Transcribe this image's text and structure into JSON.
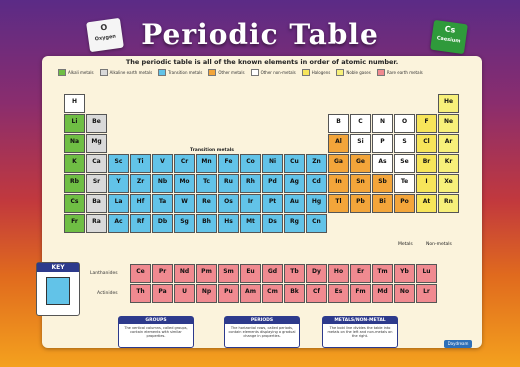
{
  "poster": {
    "title": "Periodic Table",
    "subtitle": "The periodic table is all of the known elements in order of atomic number.",
    "top_left_icon": {
      "sym": "O",
      "name": "Oxygen"
    },
    "top_right_icon": {
      "sym": "Cs",
      "name": "Caesium"
    },
    "transition_label": "Transition metals",
    "metals_label": "Metals",
    "nonmetals_label": "Non-metals",
    "lanthanides_label": "Lanthanides",
    "actinides_label": "Actinides",
    "key_title": "KEY",
    "logo_text": "Daydream"
  },
  "legend": [
    {
      "label": "Alkali metals",
      "color": "#6fbe44"
    },
    {
      "label": "Alkaline earth metals",
      "color": "#d9d9d9"
    },
    {
      "label": "Transition metals",
      "color": "#62c3e8"
    },
    {
      "label": "Other metals",
      "color": "#f3a53a"
    },
    {
      "label": "Other non-metals",
      "color": "#ffffff"
    },
    {
      "label": "Halogens",
      "color": "#f7e55a"
    },
    {
      "label": "Noble gases",
      "color": "#f7f07a"
    },
    {
      "label": "Rare earth metals",
      "color": "#f08a90"
    }
  ],
  "info_boxes": [
    {
      "title": "GROUPS",
      "text": "The vertical columns, called groups, contain elements with similar properties."
    },
    {
      "title": "PERIODS",
      "text": "The horizontal rows, called periods, contain elements displaying a gradual change in properties."
    },
    {
      "title": "METALS/NON-METAL",
      "text": "The bold line divides the table into metals on the left and non-metals on the right."
    }
  ],
  "colors": {
    "alkali": "#6fbe44",
    "alkaline": "#d9d9d9",
    "transition": "#62c3e8",
    "other_metal": "#f3a53a",
    "nonmetal": "#ffffff",
    "halogen": "#f7e55a",
    "noble": "#f7f07a",
    "rare": "#f08a90",
    "hydrogen": "#ffffff"
  },
  "elements": [
    {
      "sym": "H",
      "r": 1,
      "c": 1,
      "t": "hydrogen"
    },
    {
      "sym": "He",
      "r": 1,
      "c": 18,
      "t": "noble"
    },
    {
      "sym": "Li",
      "r": 2,
      "c": 1,
      "t": "alkali"
    },
    {
      "sym": "Be",
      "r": 2,
      "c": 2,
      "t": "alkaline"
    },
    {
      "sym": "B",
      "r": 2,
      "c": 13,
      "t": "nonmetal"
    },
    {
      "sym": "C",
      "r": 2,
      "c": 14,
      "t": "nonmetal"
    },
    {
      "sym": "N",
      "r": 2,
      "c": 15,
      "t": "nonmetal"
    },
    {
      "sym": "O",
      "r": 2,
      "c": 16,
      "t": "nonmetal"
    },
    {
      "sym": "F",
      "r": 2,
      "c": 17,
      "t": "halogen"
    },
    {
      "sym": "Ne",
      "r": 2,
      "c": 18,
      "t": "noble"
    },
    {
      "sym": "Na",
      "r": 3,
      "c": 1,
      "t": "alkali"
    },
    {
      "sym": "Mg",
      "r": 3,
      "c": 2,
      "t": "alkaline"
    },
    {
      "sym": "Al",
      "r": 3,
      "c": 13,
      "t": "other_metal"
    },
    {
      "sym": "Si",
      "r": 3,
      "c": 14,
      "t": "nonmetal"
    },
    {
      "sym": "P",
      "r": 3,
      "c": 15,
      "t": "nonmetal"
    },
    {
      "sym": "S",
      "r": 3,
      "c": 16,
      "t": "nonmetal"
    },
    {
      "sym": "Cl",
      "r": 3,
      "c": 17,
      "t": "halogen"
    },
    {
      "sym": "Ar",
      "r": 3,
      "c": 18,
      "t": "noble"
    },
    {
      "sym": "K",
      "r": 4,
      "c": 1,
      "t": "alkali"
    },
    {
      "sym": "Ca",
      "r": 4,
      "c": 2,
      "t": "alkaline"
    },
    {
      "sym": "Sc",
      "r": 4,
      "c": 3,
      "t": "transition"
    },
    {
      "sym": "Ti",
      "r": 4,
      "c": 4,
      "t": "transition"
    },
    {
      "sym": "V",
      "r": 4,
      "c": 5,
      "t": "transition"
    },
    {
      "sym": "Cr",
      "r": 4,
      "c": 6,
      "t": "transition"
    },
    {
      "sym": "Mn",
      "r": 4,
      "c": 7,
      "t": "transition"
    },
    {
      "sym": "Fe",
      "r": 4,
      "c": 8,
      "t": "transition"
    },
    {
      "sym": "Co",
      "r": 4,
      "c": 9,
      "t": "transition"
    },
    {
      "sym": "Ni",
      "r": 4,
      "c": 10,
      "t": "transition"
    },
    {
      "sym": "Cu",
      "r": 4,
      "c": 11,
      "t": "transition"
    },
    {
      "sym": "Zn",
      "r": 4,
      "c": 12,
      "t": "transition"
    },
    {
      "sym": "Ga",
      "r": 4,
      "c": 13,
      "t": "other_metal"
    },
    {
      "sym": "Ge",
      "r": 4,
      "c": 14,
      "t": "other_metal"
    },
    {
      "sym": "As",
      "r": 4,
      "c": 15,
      "t": "nonmetal"
    },
    {
      "sym": "Se",
      "r": 4,
      "c": 16,
      "t": "nonmetal"
    },
    {
      "sym": "Br",
      "r": 4,
      "c": 17,
      "t": "halogen"
    },
    {
      "sym": "Kr",
      "r": 4,
      "c": 18,
      "t": "noble"
    },
    {
      "sym": "Rb",
      "r": 5,
      "c": 1,
      "t": "alkali"
    },
    {
      "sym": "Sr",
      "r": 5,
      "c": 2,
      "t": "alkaline"
    },
    {
      "sym": "Y",
      "r": 5,
      "c": 3,
      "t": "transition"
    },
    {
      "sym": "Zr",
      "r": 5,
      "c": 4,
      "t": "transition"
    },
    {
      "sym": "Nb",
      "r": 5,
      "c": 5,
      "t": "transition"
    },
    {
      "sym": "Mo",
      "r": 5,
      "c": 6,
      "t": "transition"
    },
    {
      "sym": "Tc",
      "r": 5,
      "c": 7,
      "t": "transition"
    },
    {
      "sym": "Ru",
      "r": 5,
      "c": 8,
      "t": "transition"
    },
    {
      "sym": "Rh",
      "r": 5,
      "c": 9,
      "t": "transition"
    },
    {
      "sym": "Pd",
      "r": 5,
      "c": 10,
      "t": "transition"
    },
    {
      "sym": "Ag",
      "r": 5,
      "c": 11,
      "t": "transition"
    },
    {
      "sym": "Cd",
      "r": 5,
      "c": 12,
      "t": "transition"
    },
    {
      "sym": "In",
      "r": 5,
      "c": 13,
      "t": "other_metal"
    },
    {
      "sym": "Sn",
      "r": 5,
      "c": 14,
      "t": "other_metal"
    },
    {
      "sym": "Sb",
      "r": 5,
      "c": 15,
      "t": "other_metal"
    },
    {
      "sym": "Te",
      "r": 5,
      "c": 16,
      "t": "nonmetal"
    },
    {
      "sym": "I",
      "r": 5,
      "c": 17,
      "t": "halogen"
    },
    {
      "sym": "Xe",
      "r": 5,
      "c": 18,
      "t": "noble"
    },
    {
      "sym": "Cs",
      "r": 6,
      "c": 1,
      "t": "alkali"
    },
    {
      "sym": "Ba",
      "r": 6,
      "c": 2,
      "t": "alkaline"
    },
    {
      "sym": "La",
      "r": 6,
      "c": 3,
      "t": "transition"
    },
    {
      "sym": "Hf",
      "r": 6,
      "c": 4,
      "t": "transition"
    },
    {
      "sym": "Ta",
      "r": 6,
      "c": 5,
      "t": "transition"
    },
    {
      "sym": "W",
      "r": 6,
      "c": 6,
      "t": "transition"
    },
    {
      "sym": "Re",
      "r": 6,
      "c": 7,
      "t": "transition"
    },
    {
      "sym": "Os",
      "r": 6,
      "c": 8,
      "t": "transition"
    },
    {
      "sym": "Ir",
      "r": 6,
      "c": 9,
      "t": "transition"
    },
    {
      "sym": "Pt",
      "r": 6,
      "c": 10,
      "t": "transition"
    },
    {
      "sym": "Au",
      "r": 6,
      "c": 11,
      "t": "transition"
    },
    {
      "sym": "Hg",
      "r": 6,
      "c": 12,
      "t": "transition"
    },
    {
      "sym": "Tl",
      "r": 6,
      "c": 13,
      "t": "other_metal"
    },
    {
      "sym": "Pb",
      "r": 6,
      "c": 14,
      "t": "other_metal"
    },
    {
      "sym": "Bi",
      "r": 6,
      "c": 15,
      "t": "other_metal"
    },
    {
      "sym": "Po",
      "r": 6,
      "c": 16,
      "t": "other_metal"
    },
    {
      "sym": "At",
      "r": 6,
      "c": 17,
      "t": "halogen"
    },
    {
      "sym": "Rn",
      "r": 6,
      "c": 18,
      "t": "noble"
    },
    {
      "sym": "Fr",
      "r": 7,
      "c": 1,
      "t": "alkali"
    },
    {
      "sym": "Ra",
      "r": 7,
      "c": 2,
      "t": "alkaline"
    },
    {
      "sym": "Ac",
      "r": 7,
      "c": 3,
      "t": "transition"
    },
    {
      "sym": "Rf",
      "r": 7,
      "c": 4,
      "t": "transition"
    },
    {
      "sym": "Db",
      "r": 7,
      "c": 5,
      "t": "transition"
    },
    {
      "sym": "Sg",
      "r": 7,
      "c": 6,
      "t": "transition"
    },
    {
      "sym": "Bh",
      "r": 7,
      "c": 7,
      "t": "transition"
    },
    {
      "sym": "Hs",
      "r": 7,
      "c": 8,
      "t": "transition"
    },
    {
      "sym": "Mt",
      "r": 7,
      "c": 9,
      "t": "transition"
    },
    {
      "sym": "Ds",
      "r": 7,
      "c": 10,
      "t": "transition"
    },
    {
      "sym": "Rg",
      "r": 7,
      "c": 11,
      "t": "transition"
    },
    {
      "sym": "Cn",
      "r": 7,
      "c": 12,
      "t": "transition"
    }
  ],
  "lanthanides": [
    "Ce",
    "Pr",
    "Nd",
    "Pm",
    "Sm",
    "Eu",
    "Gd",
    "Tb",
    "Dy",
    "Ho",
    "Er",
    "Tm",
    "Yb",
    "Lu"
  ],
  "actinides": [
    "Th",
    "Pa",
    "U",
    "Np",
    "Pu",
    "Am",
    "Cm",
    "Bk",
    "Cf",
    "Es",
    "Fm",
    "Md",
    "No",
    "Lr"
  ]
}
